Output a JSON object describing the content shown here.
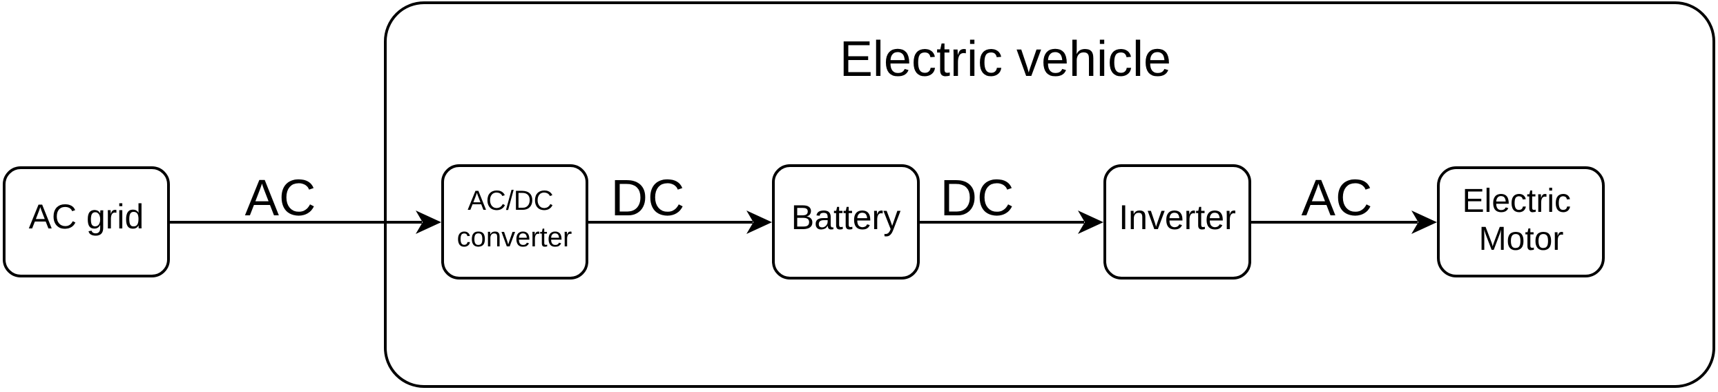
{
  "diagram": {
    "title": "Electric vehicle",
    "colors": {
      "stroke": "#000000",
      "background": "#ffffff",
      "text": "#000000"
    },
    "nodes": [
      {
        "id": "ac-grid",
        "label": "AC grid"
      },
      {
        "id": "ac-dc-converter",
        "label": "AC/DC converter",
        "line1": "AC/DC",
        "line2": "converter"
      },
      {
        "id": "battery",
        "label": "Battery"
      },
      {
        "id": "inverter",
        "label": "Inverter"
      },
      {
        "id": "electric-motor",
        "label": "Electric Motor",
        "line1": "Electric",
        "line2": "Motor"
      }
    ],
    "edges": [
      {
        "from": "AC grid",
        "to": "AC/DC converter",
        "label": "AC"
      },
      {
        "from": "AC/DC converter",
        "to": "Battery",
        "label": "DC"
      },
      {
        "from": "Battery",
        "to": "Inverter",
        "label": "DC"
      },
      {
        "from": "Inverter",
        "to": "Electric Motor",
        "label": "AC"
      }
    ]
  }
}
